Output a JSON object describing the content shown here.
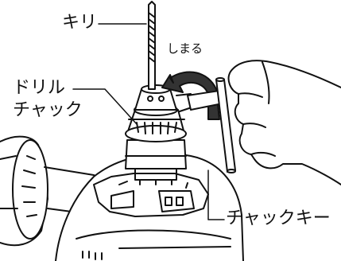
{
  "labels": {
    "drill_bit": "キリ",
    "tighten": "しまる",
    "drill_chuck_line1": "ドリル",
    "drill_chuck_line2": "チャック",
    "chuck_key": "チャックキー"
  },
  "colors": {
    "line": "#111111",
    "fill": "#ffffff",
    "arrow_shade": "#333333"
  }
}
